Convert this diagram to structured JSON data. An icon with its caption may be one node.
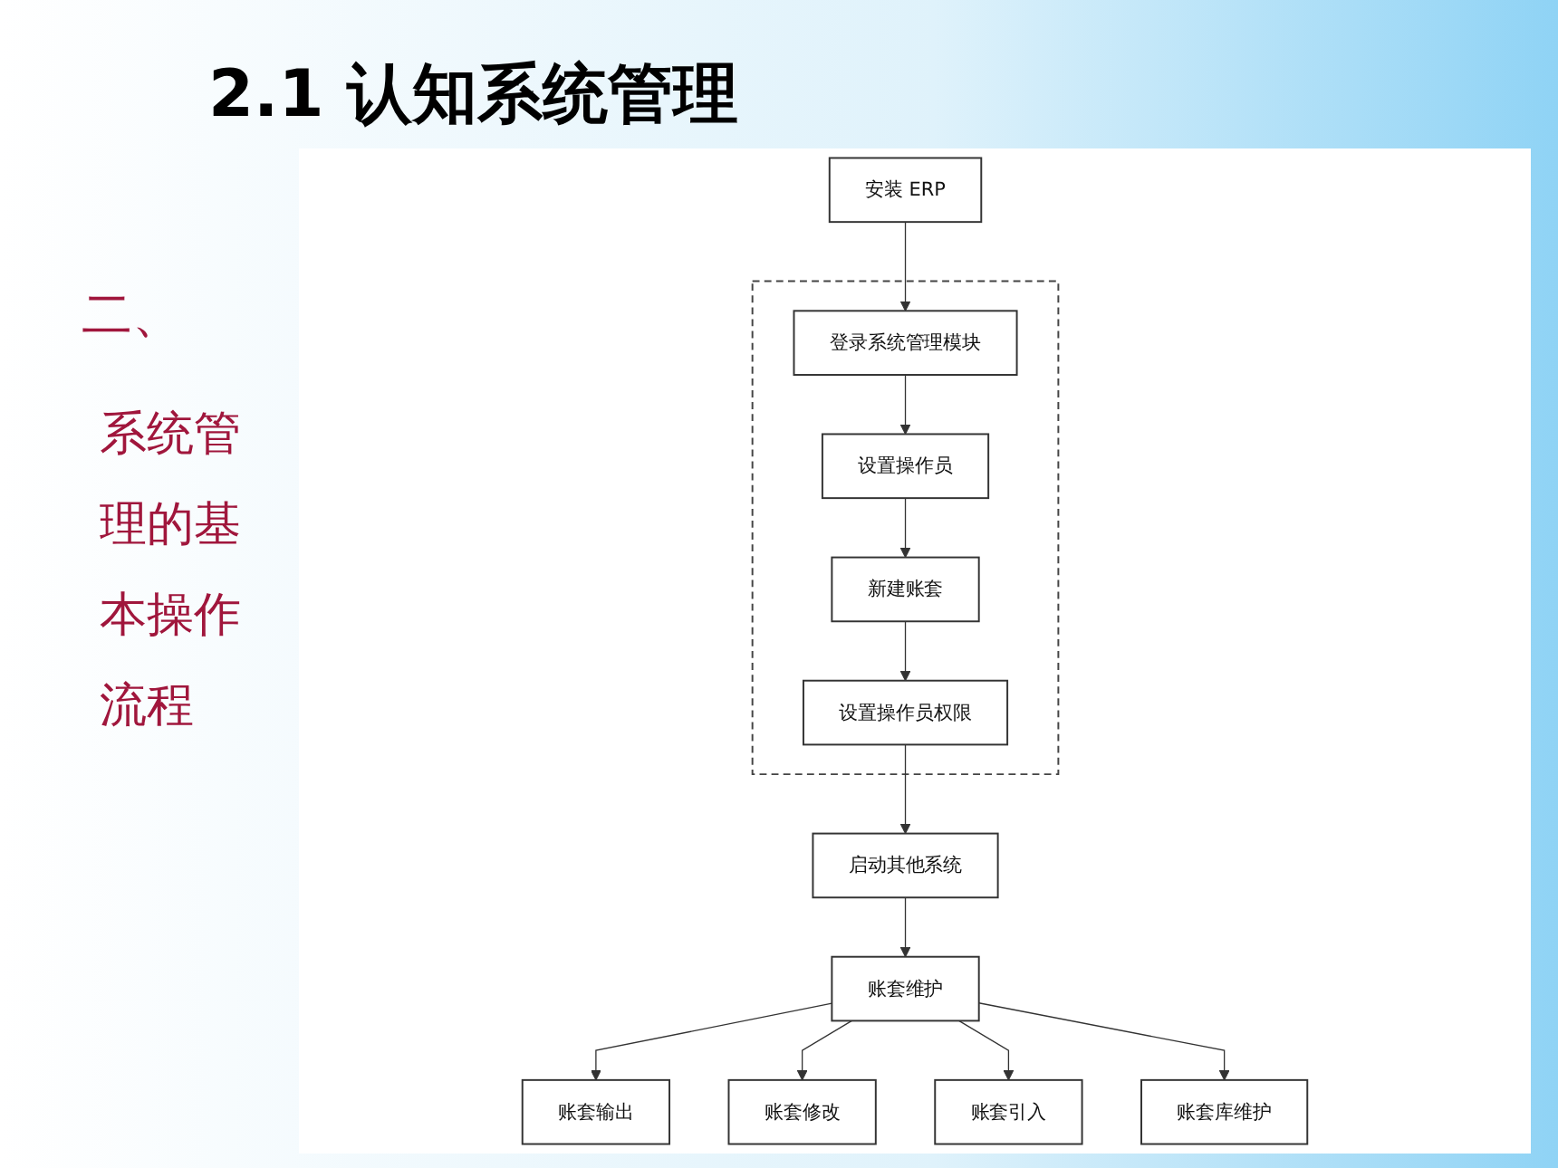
{
  "diagram": {
    "title": "2.1  认知系统管理",
    "nodes": [
      {
        "text": [
          "安装 ERP"
        ]
      },
      {
        "text": [],
        "shape": "box"
      },
      {
        "text": [
          "登录系统管理模块"
        ],
        "in": 1
      },
      {
        "text": [
          "设置操作员"
        ],
        "in": 1
      },
      {
        "text": [
          "新建账套"
        ],
        "in": 1
      },
      {
        "text": [
          "设置操作员权限"
        ],
        "in": 1
      },
      {
        "text": [
          "启动其他系统"
        ]
      },
      {
        "text": [
          "账套维护"
        ]
      },
      {
        "text": [
          "账套输出"
        ]
      },
      {
        "text": [
          "账套修改"
        ]
      },
      {
        "text": [
          "账套引入"
        ]
      },
      {
        "text": [
          "账套库维护"
        ]
      }
    ],
    "edges": [
      {
        "from": 0,
        "to": 2,
        "arrow": "to"
      },
      {
        "from": 2,
        "to": 3,
        "arrow": "to"
      },
      {
        "from": 3,
        "to": 4,
        "arrow": "to"
      },
      {
        "from": 4,
        "to": 5,
        "arrow": "to"
      },
      {
        "from": 5,
        "to": 6,
        "arrow": "to"
      },
      {
        "from": 6,
        "to": 7,
        "arrow": "to"
      },
      {
        "from": 7,
        "to": 8,
        "arrow": "to"
      },
      {
        "from": 7,
        "to": 9,
        "arrow": "to"
      },
      {
        "from": 7,
        "to": 10,
        "arrow": "to"
      },
      {
        "from": 7,
        "to": 11,
        "arrow": "to"
      }
    ],
    "labels": [
      "二、",
      "系统管理的基本操作流程"
    ]
  }
}
